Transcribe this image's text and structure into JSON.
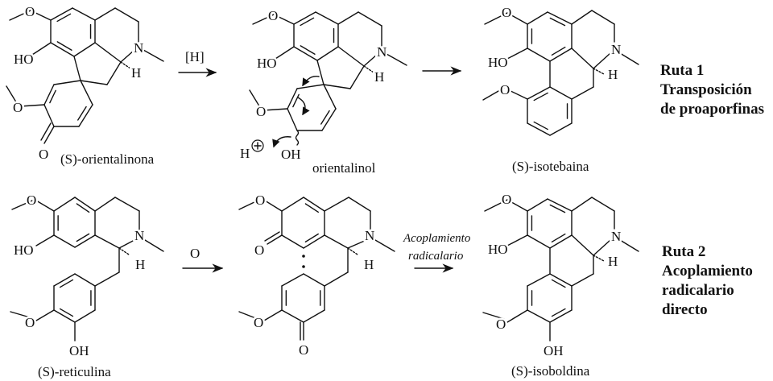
{
  "atoms": {
    "O": "O",
    "HO": "HO",
    "OH": "OH",
    "N": "N",
    "H": "H",
    "Hplus": "H"
  },
  "compounds": {
    "orientalinona": "(S)-orientalinona",
    "orientalinol": "orientalinol",
    "isotebaina": "(S)-isotebaina",
    "reticulina": "(S)-reticulina",
    "isoboldina": "(S)-isoboldina"
  },
  "reagents": {
    "reduction": "[H]",
    "oxidation": "O",
    "coupling_line1": "Acoplamiento",
    "coupling_line2": "radicalario"
  },
  "routes": {
    "route1": [
      "Ruta 1",
      "Transposición",
      "de proaporfinas"
    ],
    "route2": [
      "Ruta 2",
      "Acoplamiento",
      "radicalario",
      "directo"
    ]
  }
}
